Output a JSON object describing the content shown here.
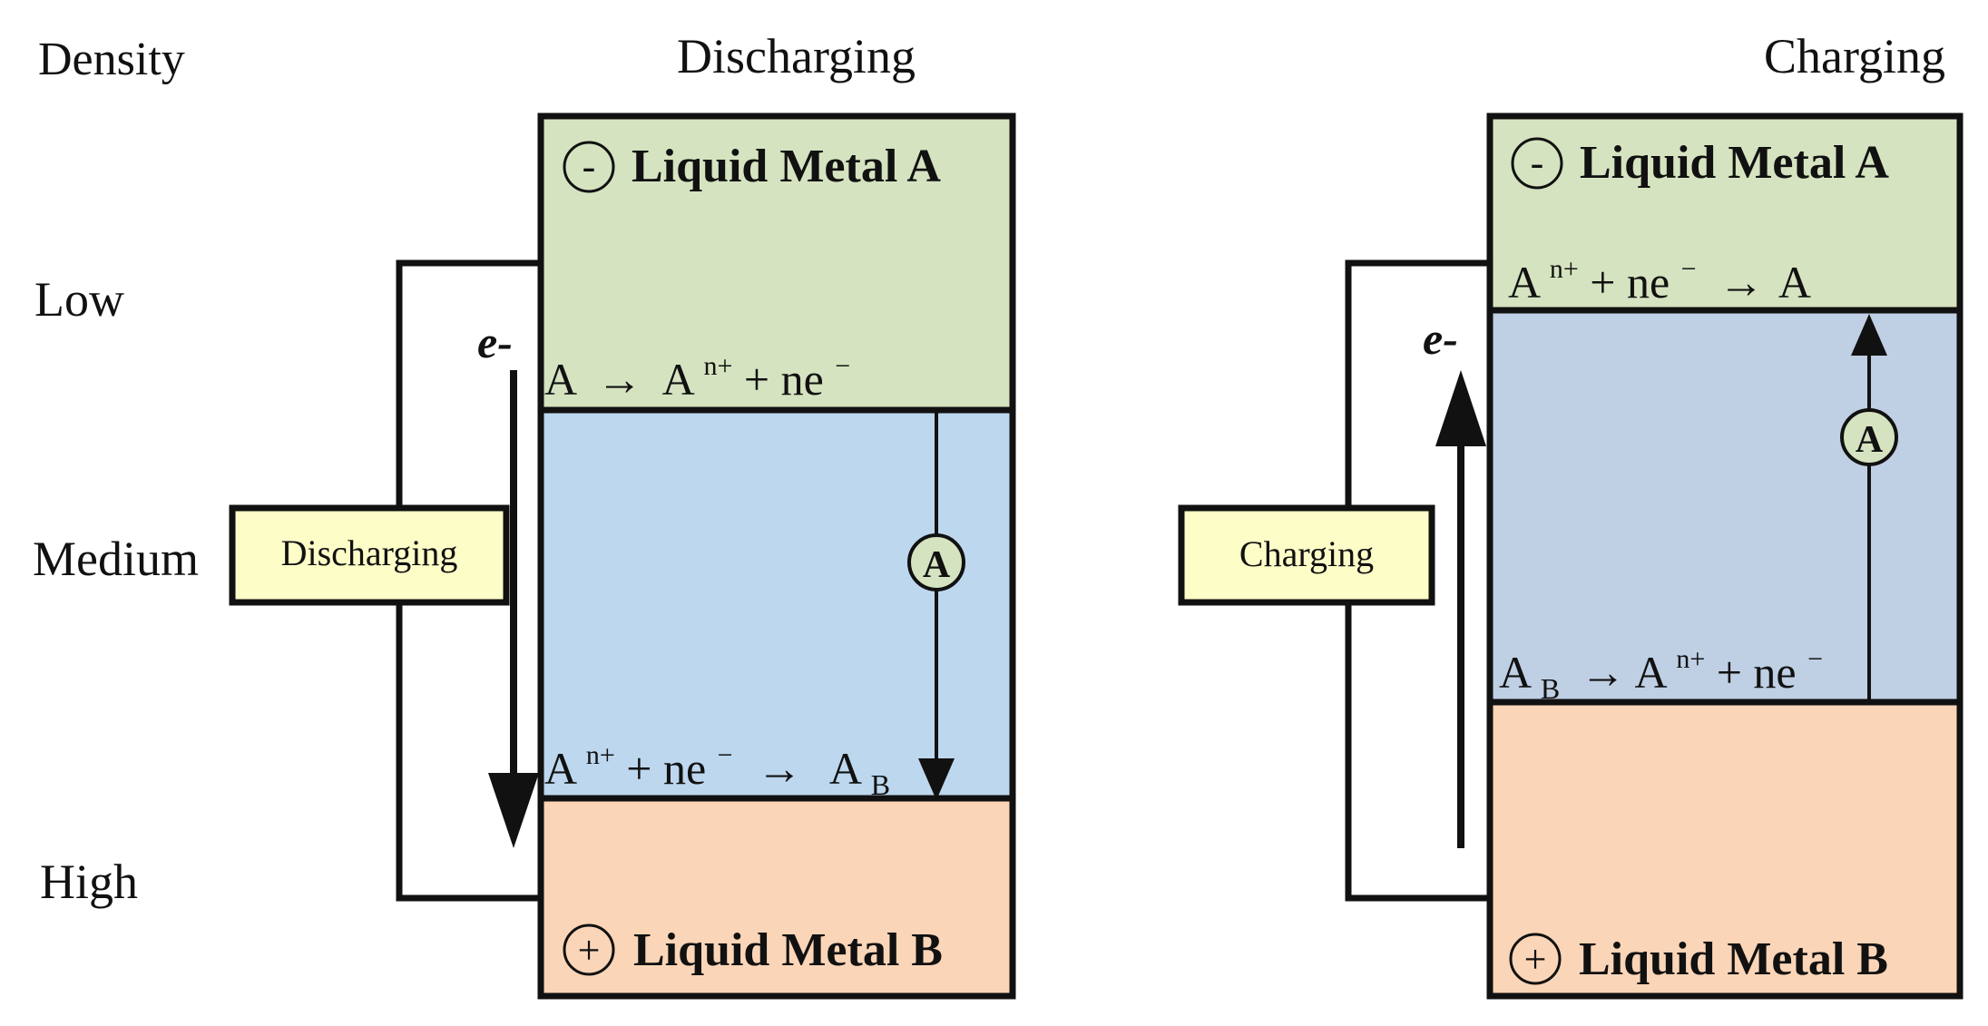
{
  "density_axis": {
    "title": "Density",
    "levels": [
      "Low",
      "Medium",
      "High"
    ]
  },
  "panels": {
    "discharging": {
      "title": "Discharging",
      "box_label": "Discharging",
      "electron_label": "e-",
      "ion_symbol": "A",
      "anode": {
        "sign": "-",
        "label": "Liquid Metal A",
        "color": "#d5e3c0"
      },
      "electrolyte": {
        "color": "#bdd7ee"
      },
      "cathode": {
        "sign": "+",
        "label": "Liquid Metal B",
        "color": "#fbd5b7"
      },
      "reactions": {
        "top": {
          "lhs": "A",
          "lhs_sub": "",
          "arrow": "→",
          "rhs_base": "A",
          "rhs_sup": "n+",
          "rest": " + ne",
          "e_sup": "−",
          "prod": "",
          "prod_sub": ""
        },
        "bottom": {
          "lhs": "A",
          "lhs_sup": "n+",
          "mid": " + ne",
          "e_sup": "−",
          "arrow": "→",
          "prod": "A",
          "prod_sub": "B"
        }
      }
    },
    "charging": {
      "title": "Charging",
      "box_label": "Charging",
      "electron_label": "e-",
      "ion_symbol": "A",
      "anode": {
        "sign": "-",
        "label": "Liquid Metal A",
        "color": "#d5e3c0"
      },
      "electrolyte": {
        "color": "#bfcfe4"
      },
      "cathode": {
        "sign": "+",
        "label": "Liquid Metal B",
        "color": "#fbd5b7"
      },
      "reactions": {
        "top": {
          "lhs": "A",
          "lhs_sup": "n+",
          "mid": " + ne",
          "e_sup": "−",
          "arrow": "→",
          "prod": "A"
        },
        "bottom": {
          "lhs": "A",
          "lhs_sub": "B",
          "arrow": "→",
          "rhs_base": "A",
          "rhs_sup": "n+",
          "rest": " + ne",
          "e_sup": "−"
        }
      }
    }
  },
  "colors": {
    "stroke": "#111111",
    "label_box": "#fdfdc8",
    "ammeter": "#d5e3c0"
  }
}
